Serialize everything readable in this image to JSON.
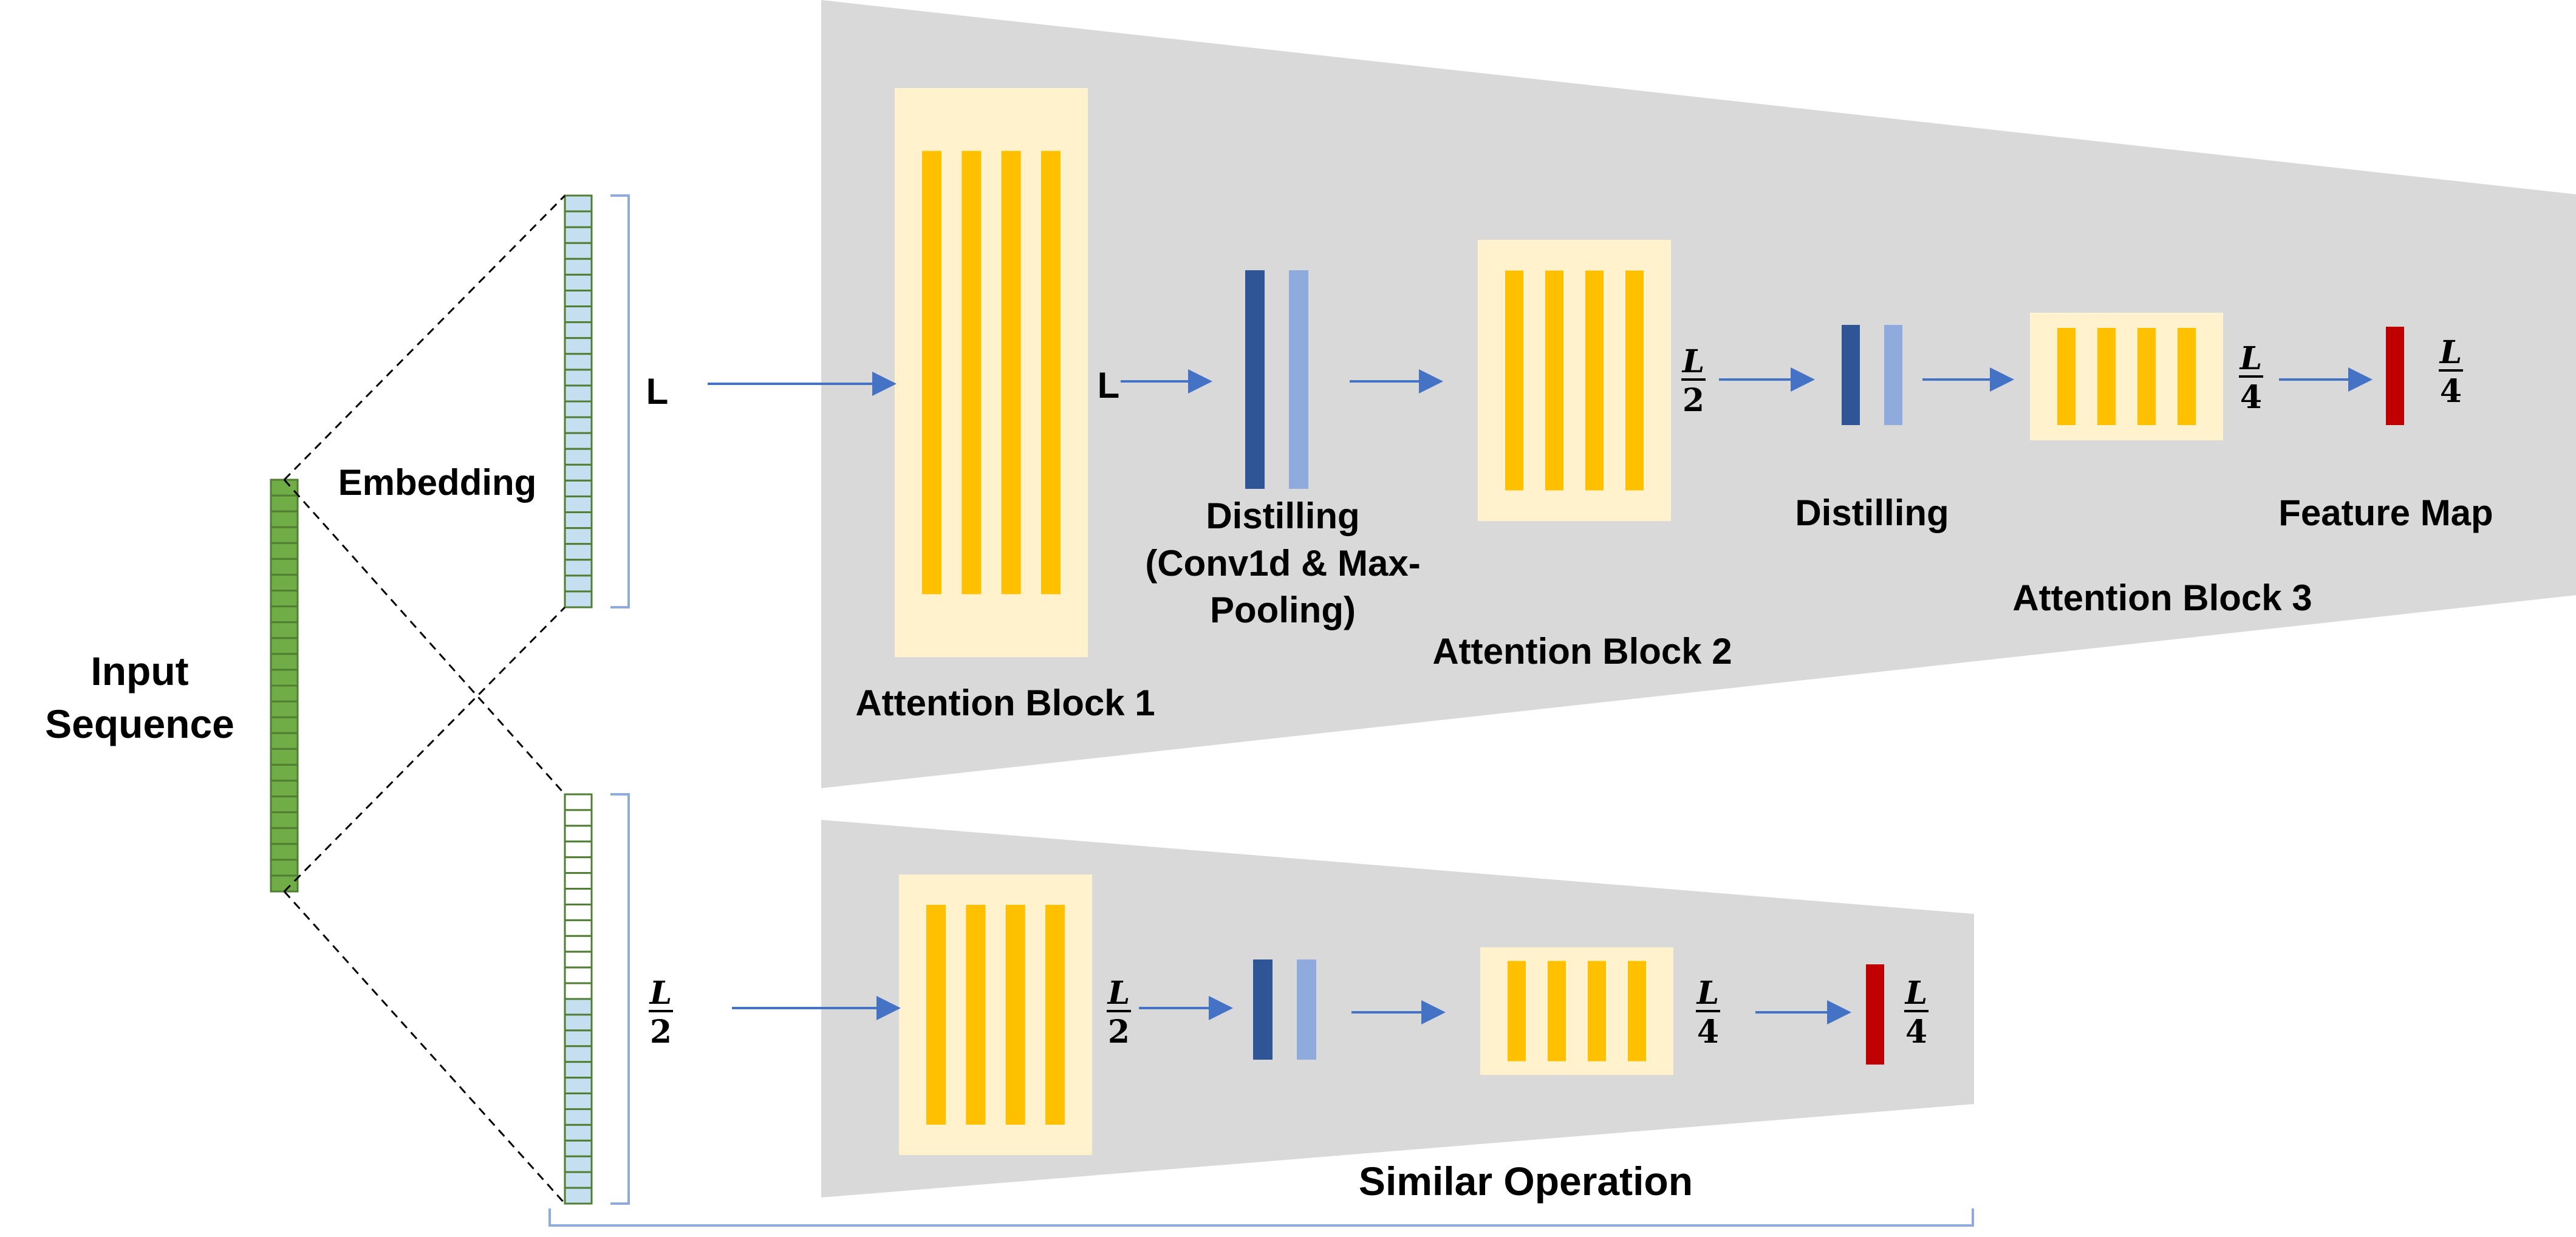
{
  "labels": {
    "input_sequence_line1": "Input",
    "input_sequence_line2": "Sequence",
    "embedding": "Embedding",
    "L_main": "L",
    "L_after_block1": "L",
    "distilling1_line1": "Distilling",
    "distilling1_line2": "(Conv1d & Max-",
    "distilling1_line3": "Pooling)",
    "distilling2": "Distilling",
    "attention_block_1": "Attention Block 1",
    "attention_block_2": "Attention Block 2",
    "attention_block_3": "Attention Block 3",
    "feature_map": "Feature Map",
    "similar_operation": "Similar Operation"
  },
  "fractions": {
    "numerator": "L",
    "half": "2",
    "quarter": "4"
  },
  "colors": {
    "background_panel": "#d9d9d9",
    "block_fill": "#fff2cc",
    "block_bar": "#ffc000",
    "distill_dark": "#2f5597",
    "distill_light": "#8faadc",
    "feature_map": "#c00000",
    "input_green": "#70ad47",
    "input_green_stroke": "#507e32",
    "embed_blue": "#c5dff0",
    "arrow": "#4472c4",
    "bracket": "#4472c4"
  }
}
